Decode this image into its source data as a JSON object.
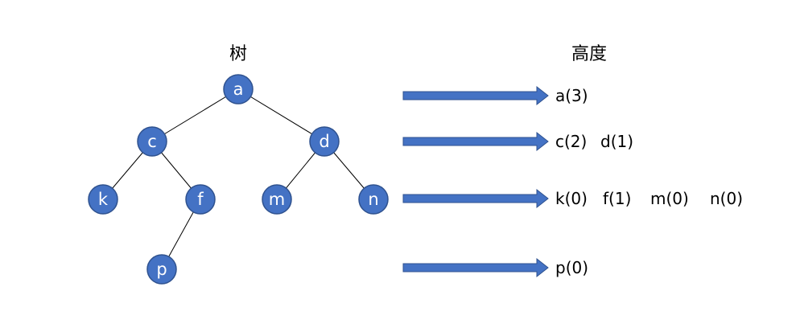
{
  "titles": {
    "tree": "树",
    "height": "高度"
  },
  "colors": {
    "node_fill": "#4472c4",
    "node_stroke": "#2f528f",
    "arrow_fill": "#4472c4",
    "edge": "#000000",
    "text": "#000000"
  },
  "nodes": [
    {
      "id": "a",
      "label": "a"
    },
    {
      "id": "c",
      "label": "c"
    },
    {
      "id": "d",
      "label": "d"
    },
    {
      "id": "k",
      "label": "k"
    },
    {
      "id": "f",
      "label": "f"
    },
    {
      "id": "m",
      "label": "m"
    },
    {
      "id": "n",
      "label": "n"
    },
    {
      "id": "p",
      "label": "p"
    }
  ],
  "edges": [
    {
      "from": "a",
      "to": "c"
    },
    {
      "from": "a",
      "to": "d"
    },
    {
      "from": "c",
      "to": "k"
    },
    {
      "from": "c",
      "to": "f"
    },
    {
      "from": "d",
      "to": "m"
    },
    {
      "from": "d",
      "to": "n"
    },
    {
      "from": "f",
      "to": "p"
    }
  ],
  "levels": [
    {
      "items": [
        "a(3)"
      ]
    },
    {
      "items": [
        "c(2)",
        "d(1)"
      ]
    },
    {
      "items": [
        "k(0)",
        "f(1)",
        "m(0)",
        "n(0)"
      ]
    },
    {
      "items": [
        "p(0)"
      ]
    }
  ]
}
